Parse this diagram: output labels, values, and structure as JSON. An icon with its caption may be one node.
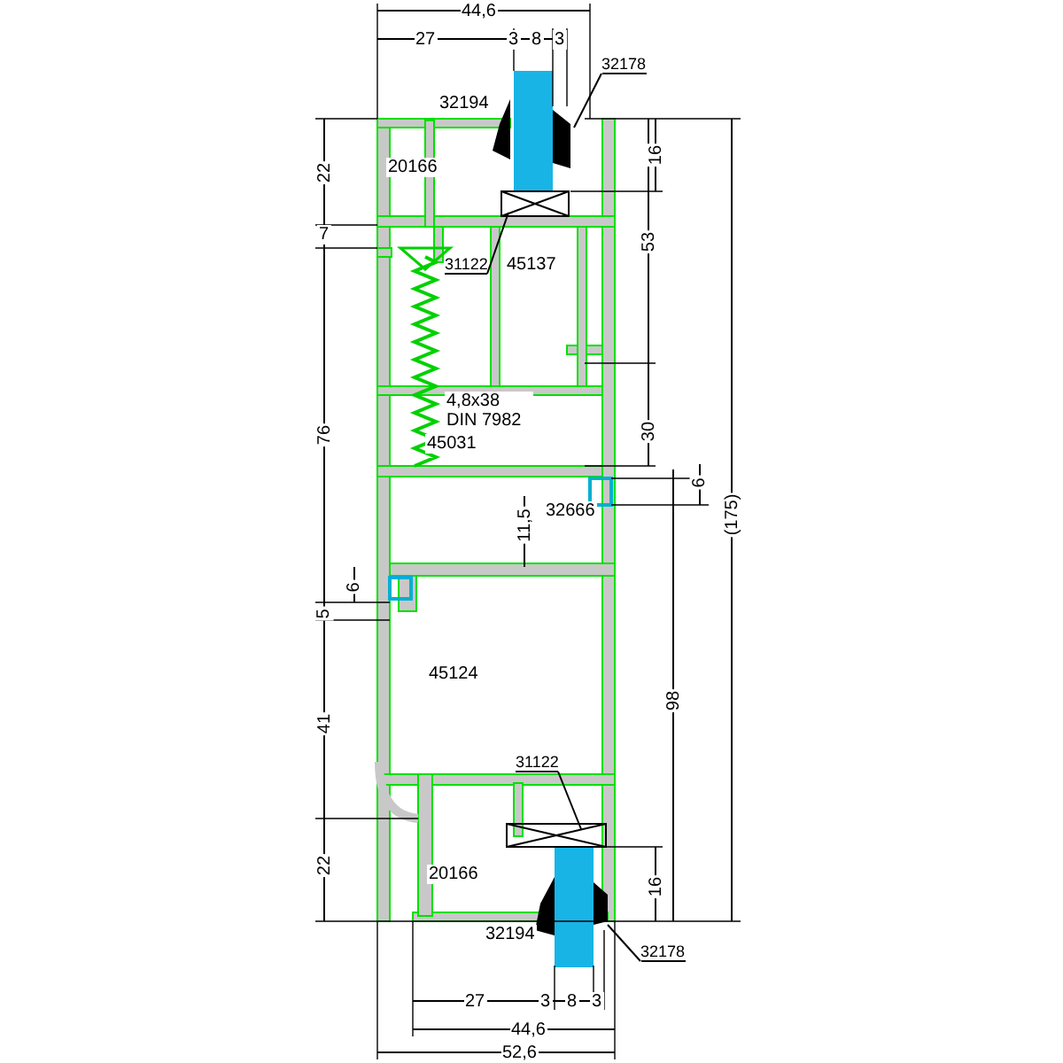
{
  "diagram": {
    "nodes": [
      {
        "text": [
          "32178"
        ]
      },
      {
        "text": [
          "31122"
        ]
      },
      {
        "text": [
          "31122"
        ]
      },
      {
        "text": [
          "32178"
        ]
      }
    ],
    "edges": [
      {
        "from": 0,
        "to": null,
        "arrow": "none"
      },
      {
        "from": 1,
        "to": null,
        "arrow": "none"
      },
      {
        "from": 2,
        "to": null,
        "arrow": "none"
      },
      {
        "from": 3,
        "to": null,
        "arrow": "none"
      }
    ],
    "labels": [
      "44,6",
      "27",
      "3",
      "8",
      "3",
      "32194",
      "20166",
      "22",
      "16",
      "7",
      "53",
      "45137",
      "4,8x38 DIN 7982",
      "30",
      "45031",
      "76",
      "32666",
      "6",
      "11,5",
      "(175)",
      "6",
      "5",
      "45124",
      "98",
      "41",
      "22",
      "16",
      "20166",
      "32194",
      "27",
      "3",
      "8",
      "3",
      "44,6",
      "52,6"
    ]
  }
}
